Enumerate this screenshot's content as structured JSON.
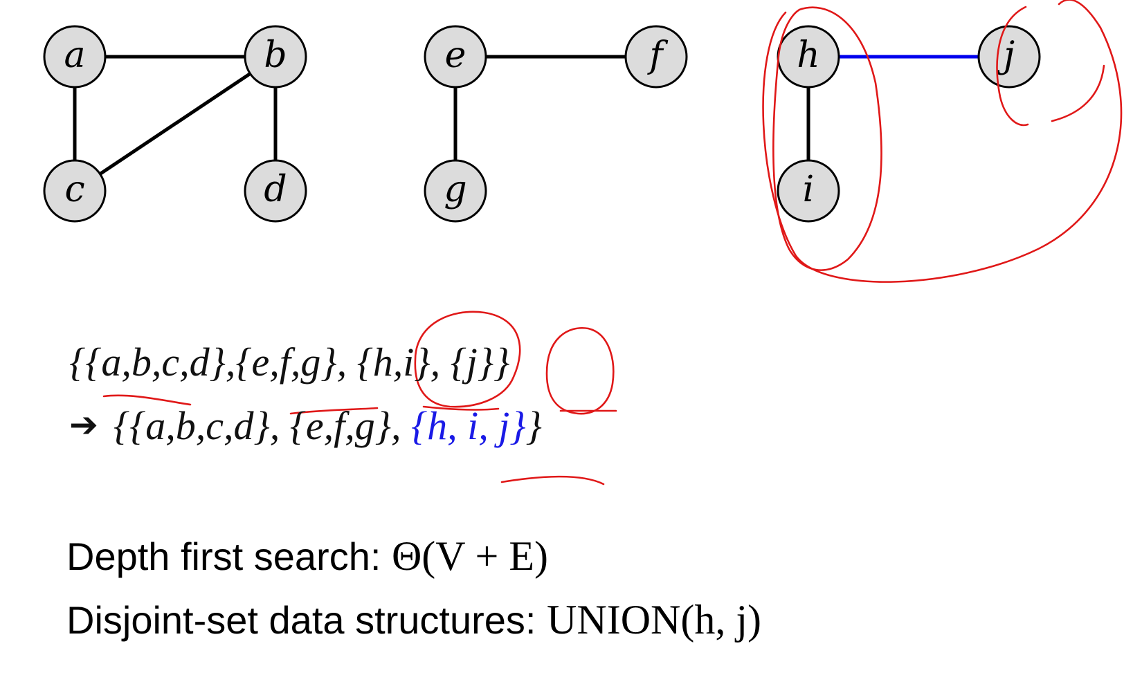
{
  "graph": {
    "nodes": [
      {
        "id": "a",
        "label": "a"
      },
      {
        "id": "b",
        "label": "b"
      },
      {
        "id": "c",
        "label": "c"
      },
      {
        "id": "d",
        "label": "d"
      },
      {
        "id": "e",
        "label": "e"
      },
      {
        "id": "f",
        "label": "f"
      },
      {
        "id": "g",
        "label": "g"
      },
      {
        "id": "h",
        "label": "h"
      },
      {
        "id": "i",
        "label": "i"
      },
      {
        "id": "j",
        "label": "j"
      }
    ],
    "edges": [
      {
        "from": "a",
        "to": "b",
        "color": "#000000"
      },
      {
        "from": "a",
        "to": "c",
        "color": "#000000"
      },
      {
        "from": "b",
        "to": "c",
        "color": "#000000"
      },
      {
        "from": "b",
        "to": "d",
        "color": "#000000"
      },
      {
        "from": "e",
        "to": "f",
        "color": "#000000"
      },
      {
        "from": "e",
        "to": "g",
        "color": "#000000"
      },
      {
        "from": "h",
        "to": "i",
        "color": "#000000"
      },
      {
        "from": "h",
        "to": "j",
        "color": "#0000ee"
      }
    ]
  },
  "sets": {
    "line1": "{{a,b,c,d},{e,f,g}, {h,i}, {j}}",
    "line2_prefix": "{{a,b,c,d}, {e,f,g}, ",
    "line2_highlight": "{h, i, j}",
    "line2_suffix": "}"
  },
  "text": {
    "dfs_label": "Depth first search: ",
    "dfs_complexity": "Θ(V + E)",
    "dsu_label": "Disjoint-set data structures: ",
    "dsu_op": "UNION(h, j)"
  },
  "colors": {
    "annotation": "#e01818",
    "highlight": "#1a1ae6"
  }
}
